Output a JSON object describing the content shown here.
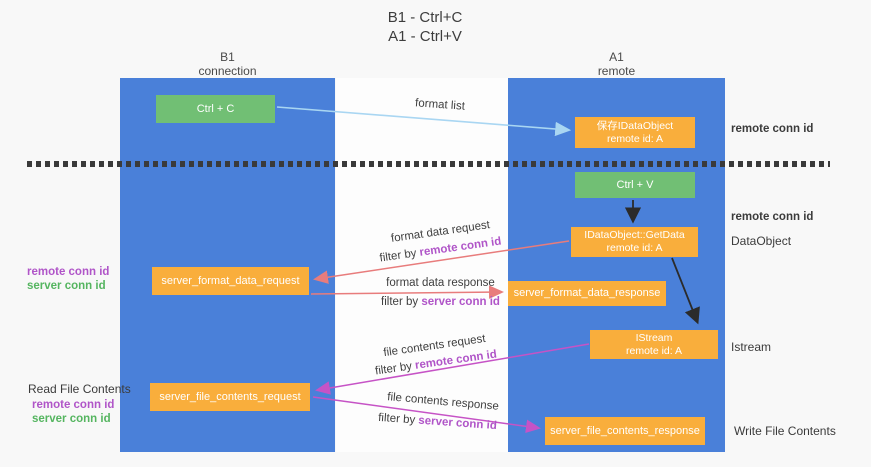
{
  "title": {
    "line1": "B1 - Ctrl+C",
    "line2": "A1 - Ctrl+V"
  },
  "columns": {
    "left": {
      "name": "B1",
      "role": "connection"
    },
    "right": {
      "name": "A1",
      "role": "remote"
    }
  },
  "nodes": {
    "ctrl_c": {
      "label": "Ctrl + C"
    },
    "save_dataobject": {
      "line1": "保存IDataObject",
      "line2": "remote id: A"
    },
    "ctrl_v": {
      "label": "Ctrl + V"
    },
    "getdata": {
      "line1": "IDataObject::GetData",
      "line2": "remote id: A"
    },
    "format_request": {
      "label": "server_format_data_request"
    },
    "format_response": {
      "label": "server_format_data_response"
    },
    "istream": {
      "line1": "IStream",
      "line2": "remote id: A"
    },
    "file_request": {
      "label": "server_file_contents_request"
    },
    "file_response": {
      "label": "server_file_contents_response"
    }
  },
  "flows": {
    "format_list": {
      "label": "format list"
    },
    "format_request": {
      "label": "format data request",
      "filter_prefix": "filter by ",
      "filter_value": "remote conn id"
    },
    "format_response": {
      "label": "format data response",
      "filter_prefix": "filter by ",
      "filter_value": "server conn id"
    },
    "file_request": {
      "label": "file contents request",
      "filter_prefix": "filter by ",
      "filter_value": "remote conn id"
    },
    "file_response": {
      "label": "file contents response",
      "filter_prefix": "filter by ",
      "filter_value": "server conn id"
    }
  },
  "side_labels": {
    "right_remote_conn_top": "remote conn id",
    "right_remote_conn_mid": "remote conn id",
    "dataobject": "DataObject",
    "istream": "Istream",
    "write_file_contents": "Write File Contents",
    "left_remote_conn_mid": "remote conn id",
    "left_server_conn_mid": "server conn id",
    "read_file_contents": "Read File Contents",
    "left_remote_conn_bottom": "remote conn id",
    "left_server_conn_bottom": "server conn id"
  },
  "colors": {
    "column_blue": "#4a80d9",
    "node_green": "#71bf74",
    "node_orange": "#f9ae3c",
    "arrow_light_blue": "#a9d6f2",
    "arrow_black": "#2b2b2b",
    "arrow_red": "#e87c7c",
    "arrow_magenta": "#c653c6",
    "text_purple": "#b055c8",
    "text_green": "#55b560"
  }
}
